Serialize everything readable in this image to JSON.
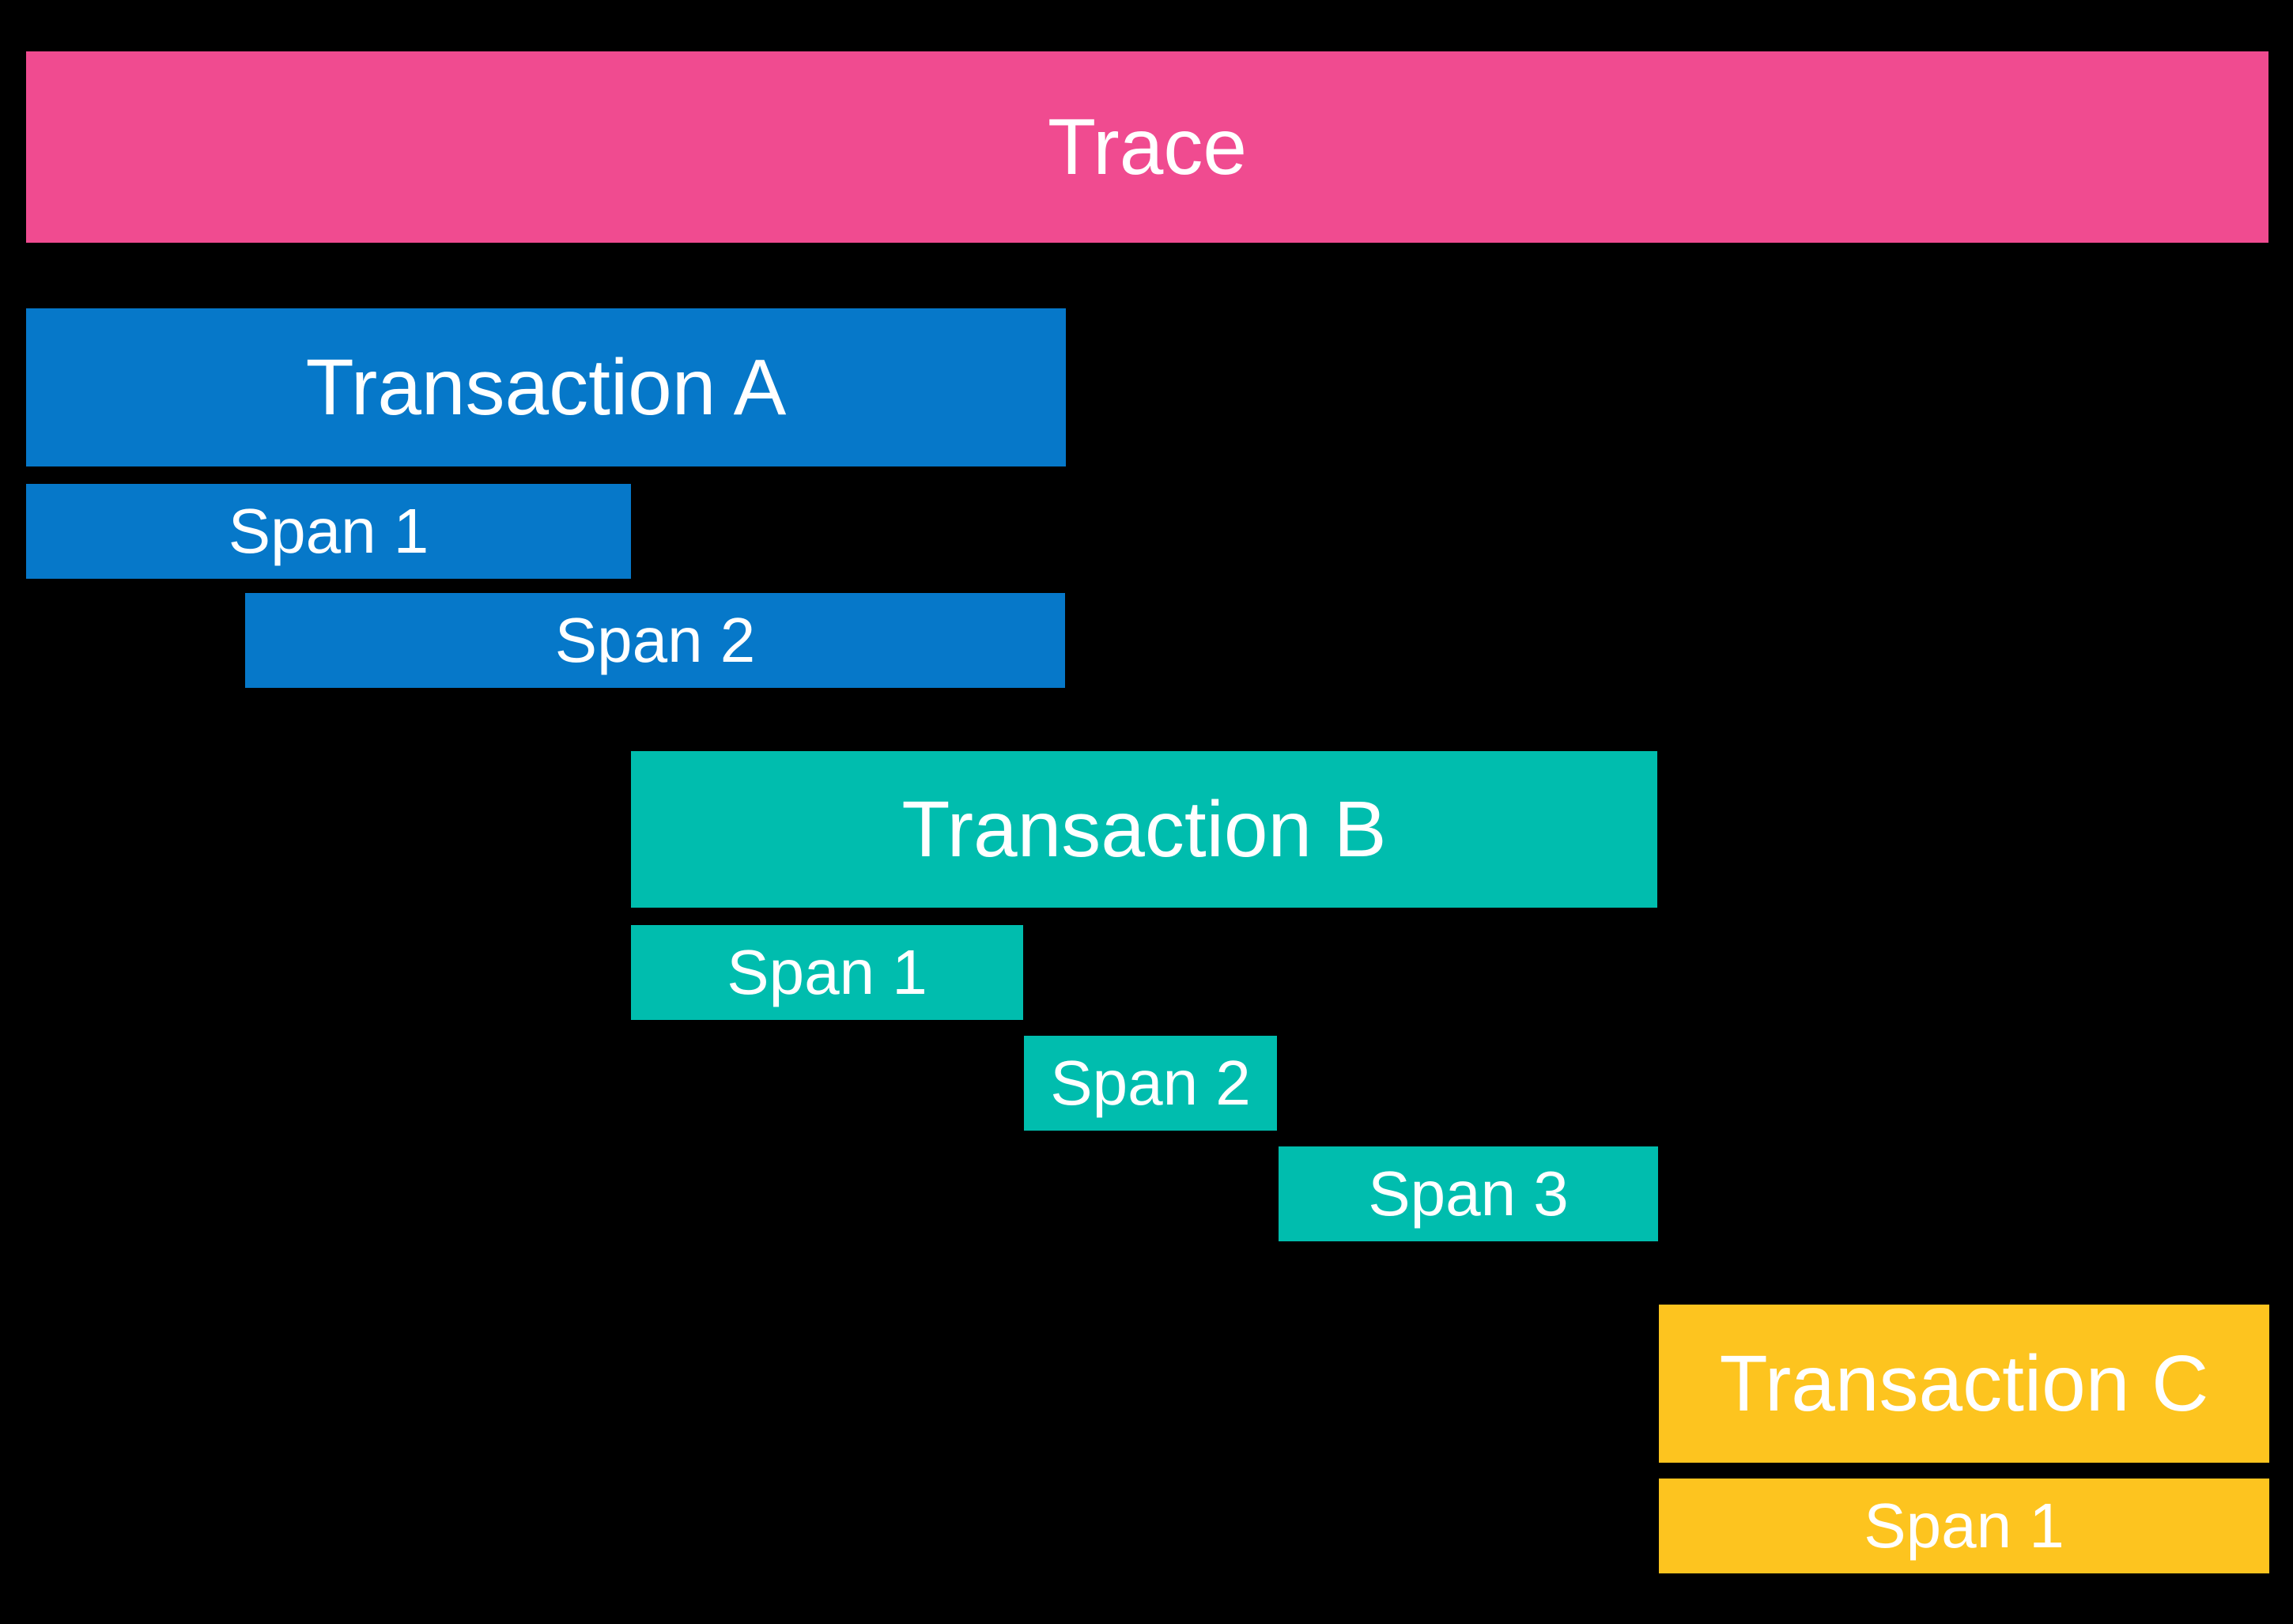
{
  "diagram": {
    "description": "Distributed tracing waterfall diagram: a Trace bar containing three Transactions, each with child Spans",
    "background_color": "#000000",
    "text_color": "#FFFFFF",
    "colors": {
      "trace_pink": "#F04B90",
      "transaction_blue": "#0678C9",
      "transaction_teal": "#00BDAE",
      "transaction_yellow": "#FDC41F"
    },
    "bars": [
      {
        "name": "trace",
        "label": "Trace",
        "level": "trace",
        "color": "#F04B90",
        "parent": null
      },
      {
        "name": "transaction-a",
        "label": "Transaction A",
        "level": "transaction",
        "color": "#0678C9",
        "parent": "trace"
      },
      {
        "name": "span-a1",
        "label": "Span 1",
        "level": "span",
        "color": "#0678C9",
        "parent": "transaction-a"
      },
      {
        "name": "span-a2",
        "label": "Span 2",
        "level": "span",
        "color": "#0678C9",
        "parent": "transaction-a"
      },
      {
        "name": "transaction-b",
        "label": "Transaction B",
        "level": "transaction",
        "color": "#00BDAE",
        "parent": "trace"
      },
      {
        "name": "span-b1",
        "label": "Span 1",
        "level": "span",
        "color": "#00BDAE",
        "parent": "transaction-b"
      },
      {
        "name": "span-b2",
        "label": "Span 2",
        "level": "span",
        "color": "#00BDAE",
        "parent": "transaction-b"
      },
      {
        "name": "span-b3",
        "label": "Span 3",
        "level": "span",
        "color": "#00BDAE",
        "parent": "transaction-b"
      },
      {
        "name": "transaction-c",
        "label": "Transaction C",
        "level": "transaction",
        "color": "#FDC41F",
        "parent": "trace"
      },
      {
        "name": "span-c1",
        "label": "Span 1",
        "level": "span",
        "color": "#FDC41F",
        "parent": "transaction-c"
      }
    ]
  }
}
